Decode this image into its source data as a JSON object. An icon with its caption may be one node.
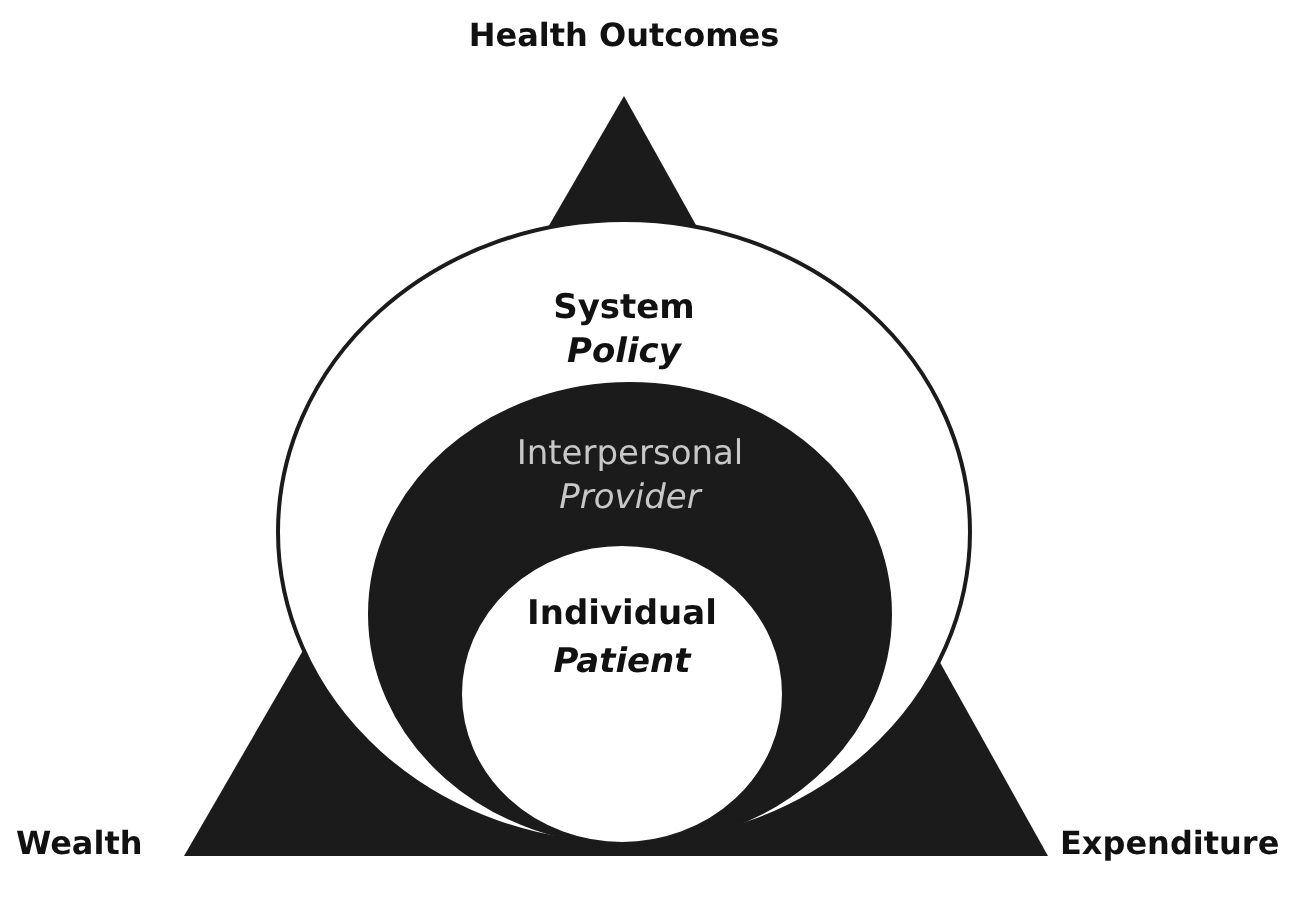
{
  "diagram": {
    "nodes": [
      {
        "text": [
          "System",
          "Policy"
        ]
      },
      {
        "text": [
          "Interpersonal",
          "Provider"
        ],
        "in": 0
      },
      {
        "text": [
          "Individual",
          "Patient"
        ],
        "in": 1
      }
    ],
    "labels": [
      "Health Outcomes",
      "Wealth",
      "Expenditure"
    ]
  }
}
